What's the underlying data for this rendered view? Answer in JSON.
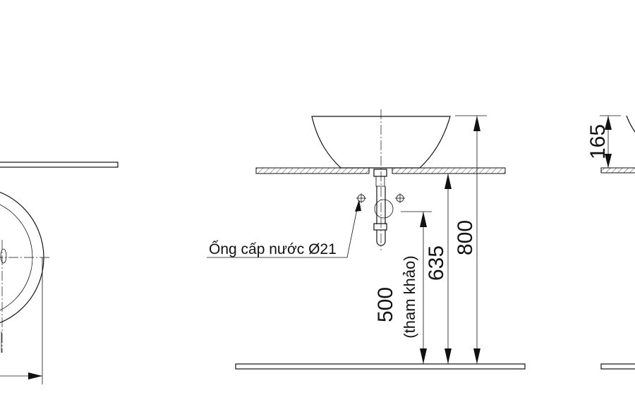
{
  "labels": {
    "water_pipe": "Ống cấp nước Ø21"
  },
  "dimensions": {
    "pipe_height": "500",
    "pipe_height_note": "(tham khảo)",
    "counter_height": "635",
    "basin_top_height": "800",
    "basin_height": "165"
  }
}
